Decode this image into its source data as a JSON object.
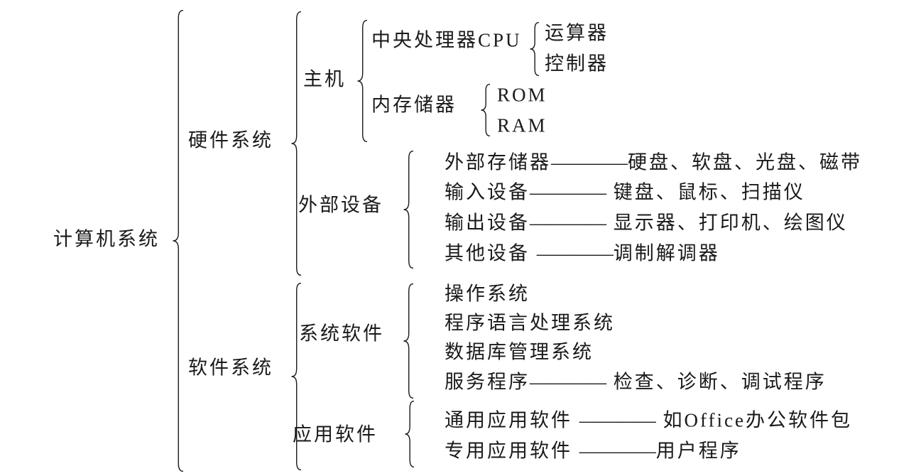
{
  "colors": {
    "background": "#ffffff",
    "text": "#1a1a1a",
    "line": "#1a1a1a"
  },
  "figure": {
    "root": {
      "label": "计算机系统"
    },
    "hardware": {
      "label": "硬件系统",
      "host": {
        "label": "主机",
        "cpu": {
          "label": "中央处理器CPU",
          "alu": "运算器",
          "cu": "控制器"
        },
        "memory": {
          "label": "内存储器",
          "rom": "ROM",
          "ram": "RAM"
        }
      },
      "peripherals": {
        "label": "外部设备",
        "items": [
          {
            "name": "外部存储器",
            "dash": "————",
            "desc": "硬盘、软盘、光盘、磁带"
          },
          {
            "name": "输入设备",
            "dash": "————",
            "desc": " 键盘、鼠标、扫描仪"
          },
          {
            "name": "输出设备",
            "dash": "————",
            "desc": " 显示器、打印机、绘图仪"
          },
          {
            "name": "其他设备 ",
            "dash": "————",
            "desc": "调制解调器"
          }
        ]
      }
    },
    "software": {
      "label": "软件系统",
      "system": {
        "label": "系统软件",
        "items": [
          {
            "name": "操作系统",
            "dash": "",
            "desc": ""
          },
          {
            "name": "程序语言处理系统",
            "dash": "",
            "desc": ""
          },
          {
            "name": "数据库管理系统",
            "dash": "",
            "desc": ""
          },
          {
            "name": "服务程序",
            "dash": "————",
            "desc": " 检查、诊断、调试程序"
          }
        ]
      },
      "application": {
        "label": "应用软件",
        "items": [
          {
            "name": "通用应用软件 ",
            "dash": "————",
            "desc": " 如Office办公软件包"
          },
          {
            "name": "专用应用软件 ",
            "dash": "————",
            "desc": "用户程序"
          }
        ]
      }
    }
  }
}
